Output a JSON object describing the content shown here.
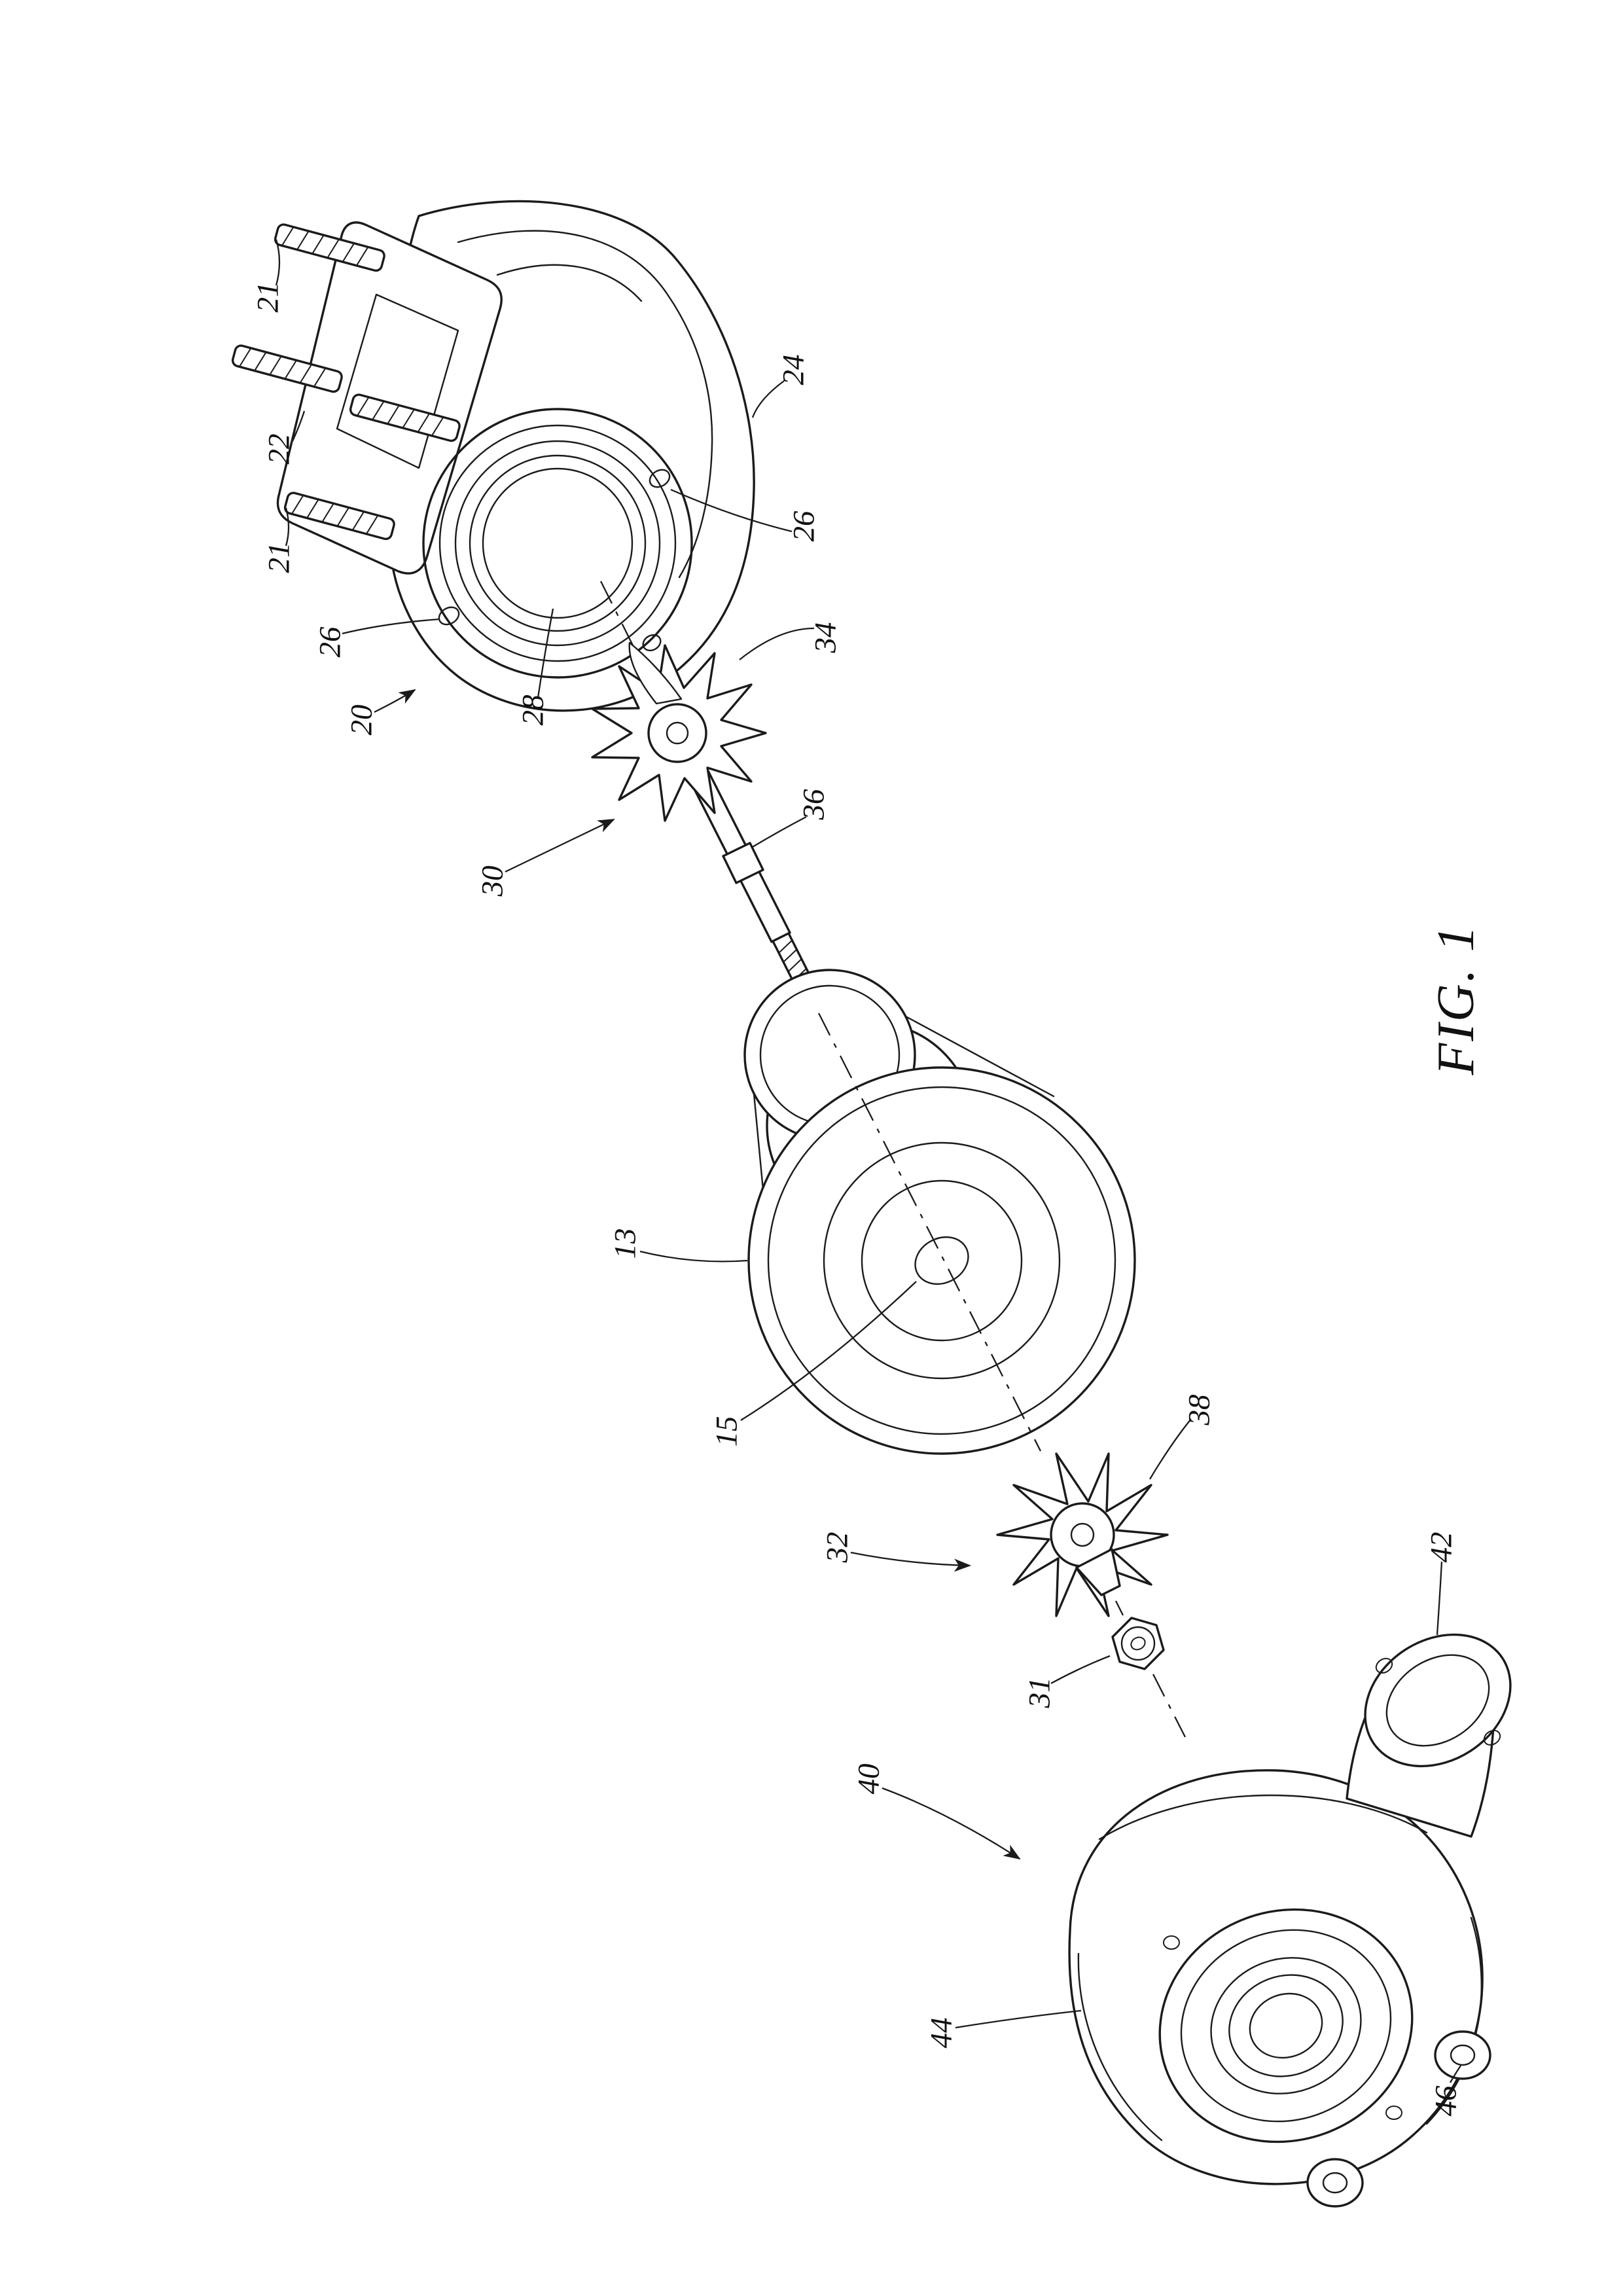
{
  "figure": {
    "label": "FIG. 1"
  },
  "numerals": {
    "n21a": "21",
    "n22": "22",
    "n21b": "21",
    "n26a": "26",
    "n20": "20",
    "n28": "28",
    "n24": "24",
    "n26b": "26",
    "n34": "34",
    "n36": "36",
    "n30": "30",
    "n13": "13",
    "n15": "15",
    "n38": "38",
    "n32": "32",
    "n31": "31",
    "n40": "40",
    "n42": "42",
    "n44": "44",
    "n46": "46"
  }
}
